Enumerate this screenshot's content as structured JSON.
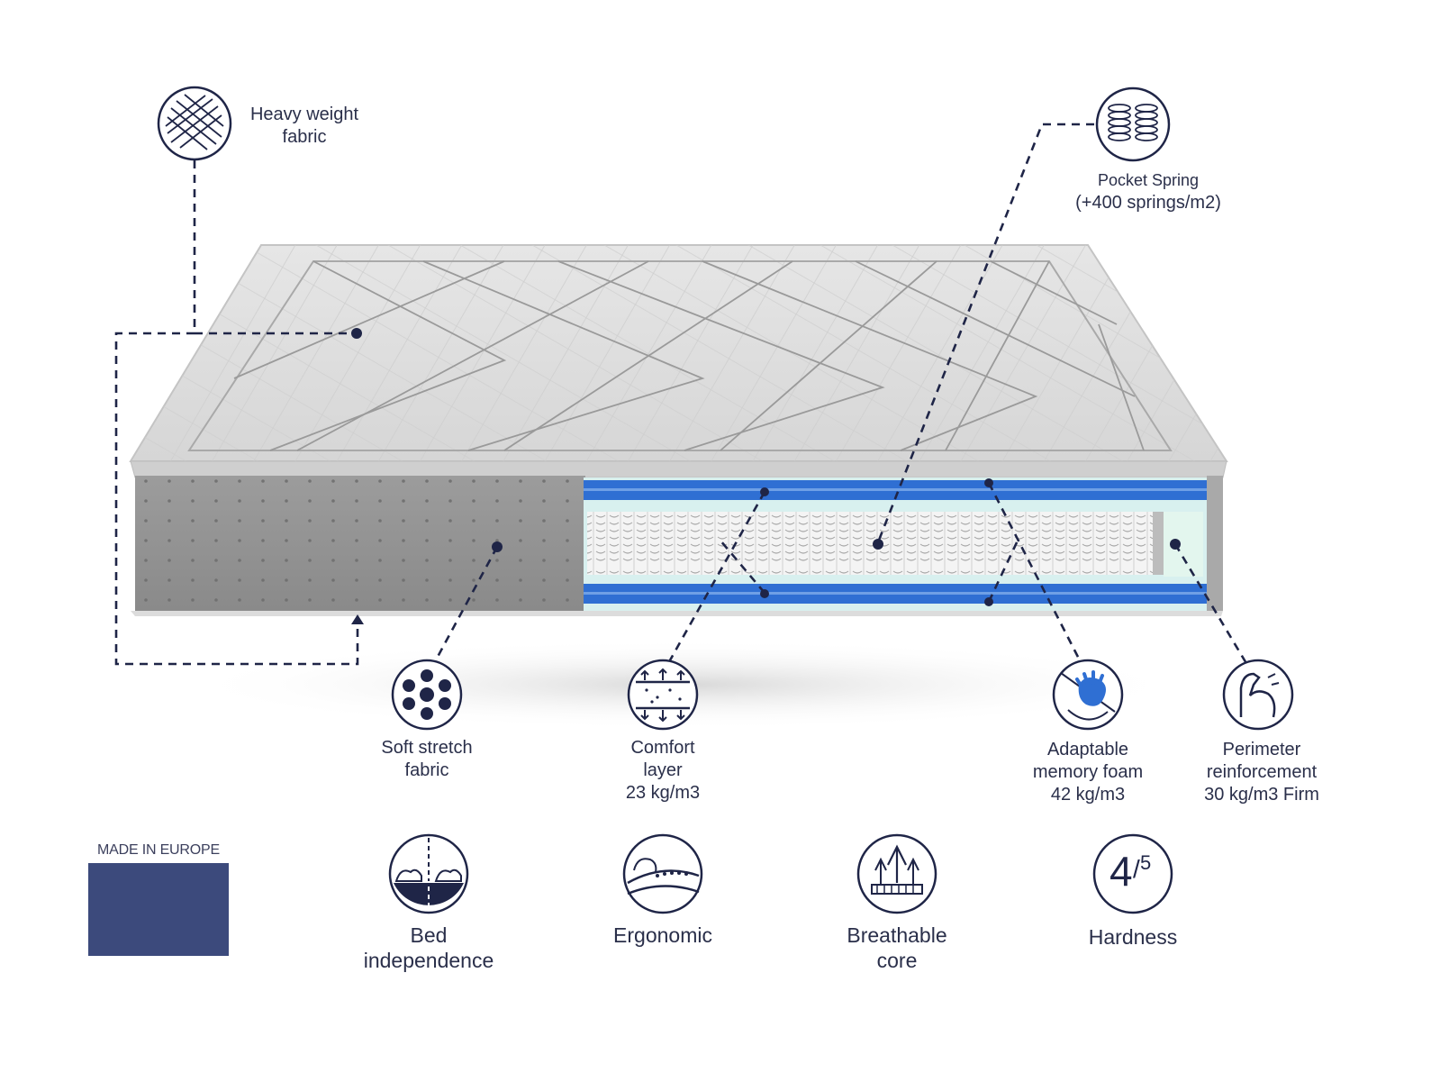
{
  "colors": {
    "navy": "#1f2547",
    "foam_blue": "#2f6fd3",
    "foam_light": "#d8f0ef",
    "fabric_grey": "#d9d9d9",
    "side_grey": "#8f8f8f",
    "eu_blue": "#3c4a7c",
    "eu_star": "#f7d417"
  },
  "features": {
    "heavy_weight_fabric": {
      "line1": "Heavy weight",
      "line2": "fabric",
      "icon": "woven-fabric-icon"
    },
    "pocket_spring": {
      "line1": "Pocket Spring",
      "line2": "(+400 springs/m2)",
      "icon": "springs-icon"
    },
    "soft_stretch_fabric": {
      "line1": "Soft stretch",
      "line2": "fabric",
      "icon": "stretch-fabric-icon"
    },
    "comfort_layer": {
      "line1": "Comfort",
      "line2": "layer",
      "line3": "23 kg/m3",
      "icon": "comfort-layer-icon"
    },
    "memory_foam": {
      "line1": "Adaptable",
      "line2": "memory foam",
      "line3": "42 kg/m3",
      "icon": "hand-press-icon"
    },
    "perimeter": {
      "line1": "Perimeter",
      "line2": "reinforcement",
      "line3": "30 kg/m3 Firm",
      "icon": "flexed-arm-icon"
    }
  },
  "badges": {
    "made_in": "MADE IN EUROPE",
    "bed_independence": {
      "line1": "Bed",
      "line2": "independence",
      "icon": "bed-independence-icon"
    },
    "ergonomic": {
      "line1": "Ergonomic",
      "icon": "ergonomic-body-icon"
    },
    "breathable": {
      "line1": "Breathable",
      "line2": "core",
      "icon": "breathable-arrows-icon"
    },
    "hardness": {
      "label": "Hardness",
      "value": "4",
      "scale": "5",
      "icon": "hardness-icon"
    }
  }
}
